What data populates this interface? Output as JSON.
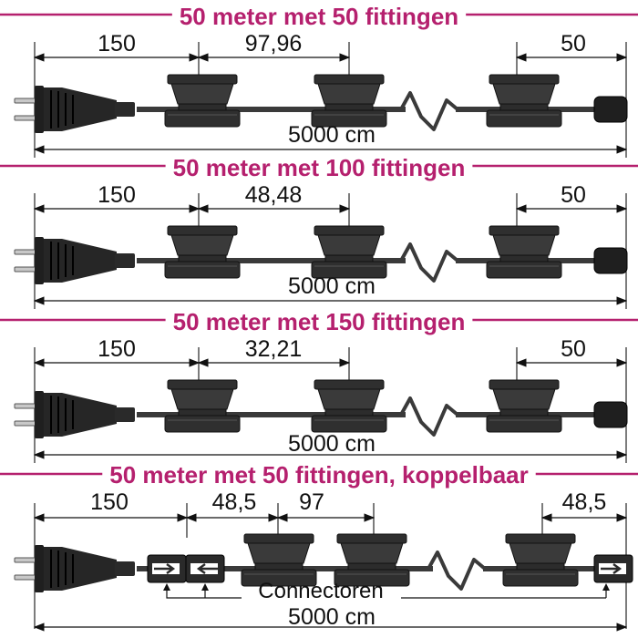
{
  "colors": {
    "accent": "#b5206e",
    "cable": "#3a3a3a",
    "socket": "#2f2f2f",
    "plug": "#1f1f1f",
    "text": "#111111"
  },
  "icons": [
    "plug-icon",
    "socket-icon",
    "end-cap-icon",
    "connector-right-arrow-icon",
    "connector-left-arrow-icon",
    "cable-break-zigzag-icon"
  ],
  "panels": [
    {
      "title": "50 meter met 50 fittingen",
      "dims": [
        "150",
        "97,96",
        "50"
      ],
      "total": "5000 cm"
    },
    {
      "title": "50 meter met 100 fittingen",
      "dims": [
        "150",
        "48,48",
        "50"
      ],
      "total": "5000 cm"
    },
    {
      "title": "50 meter met 150 fittingen",
      "dims": [
        "150",
        "32,21",
        "50"
      ],
      "total": "5000 cm"
    },
    {
      "title": "50 meter met 50 fittingen, koppelbaar",
      "dims": [
        "150",
        "48,5",
        "97",
        "48,5"
      ],
      "total": "5000 cm",
      "connectors_label": "Connectoren"
    }
  ]
}
